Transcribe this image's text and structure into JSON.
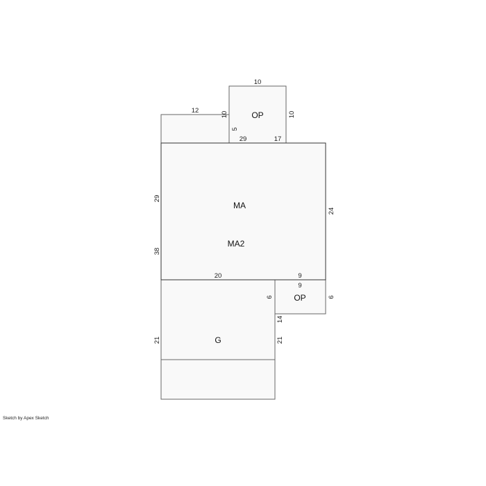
{
  "areas": {
    "op_top": {
      "label": "OP"
    },
    "ma": {
      "label": "MA"
    },
    "ma2": {
      "label": "MA2"
    },
    "op_right": {
      "label": "OP"
    },
    "garage": {
      "label": "G"
    }
  },
  "dimensions": {
    "op_top_width": "10",
    "op_top_left": "10",
    "op_top_right": "10",
    "top_wing_width": "12",
    "inner_5": "5",
    "inner_29": "29",
    "inner_17": "17",
    "left_29": "29",
    "left_38": "38",
    "right_24": "24",
    "bottom_20": "20",
    "bottom_9": "9",
    "op_right_top": "9",
    "op_right_left": "6",
    "op_right_right": "6",
    "garage_14": "14",
    "garage_right_21": "21",
    "garage_left_21": "21"
  },
  "footer": {
    "credit": "Sketch by Apex Sketch"
  },
  "colors": {
    "fill": "#f9f9f9",
    "line": "#333333"
  }
}
